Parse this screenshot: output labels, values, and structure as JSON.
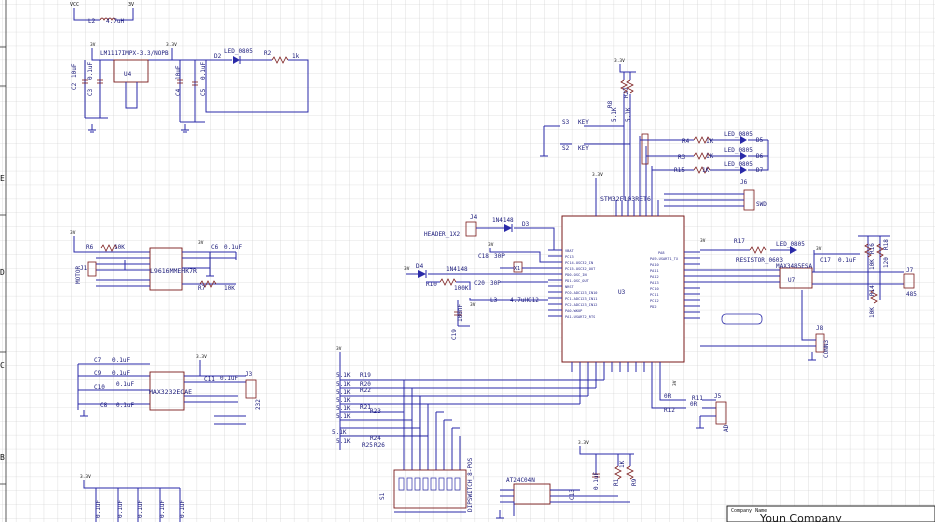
{
  "title_block": {
    "company_name_label": "Company Name",
    "company_name": "Youn Company"
  },
  "border": {
    "row_marks": [
      "E",
      "D",
      "C",
      "B"
    ]
  },
  "power": {
    "vcc": "VCC",
    "v3": "3V",
    "v33": "3.3V",
    "inductor_l2": "L2",
    "inductor_l2_value": "4.7uH"
  },
  "regulator": {
    "part": "LM1117IMPX-3.3/NOPB",
    "ref": "U4",
    "caps": [
      {
        "ref": "C2",
        "value": "10uF"
      },
      {
        "ref": "C3",
        "value": "0.1uF"
      },
      {
        "ref": "C4",
        "value": "10uF"
      },
      {
        "ref": "C5",
        "value": "0.1uF"
      }
    ],
    "led_ref": "D2",
    "led_part": "LED_0805",
    "res_ref": "R2",
    "res_value": "1k"
  },
  "can_block": {
    "res_r6": "R6",
    "res_r6_value": "10K",
    "res_r7": "R7",
    "res_r7_value": "10K",
    "cap_c6": "C6",
    "cap_c6_value": "0.1uF",
    "chip": "L9616MMEHK7R",
    "connector_ref": "J1",
    "connector_label": "MOTOR"
  },
  "rs232_block": {
    "caps": [
      {
        "ref": "C7",
        "value": "0.1uF"
      },
      {
        "ref": "C9",
        "value": "0.1uF"
      },
      {
        "ref": "C10",
        "value": "0.1uF"
      },
      {
        "ref": "C8",
        "value": "0.1uF"
      },
      {
        "ref": "C11",
        "value": "0.1uF"
      }
    ],
    "chip": "MAX3232ECAE",
    "connector_ref": "J3",
    "connector_label": "232"
  },
  "mcu_block": {
    "mcu_ref": "U3",
    "mcu_part": "STM32F103RET6",
    "header_ref": "J4",
    "header_part": "HEADER_1X2",
    "diode_d3": "D3",
    "diode_d3_part": "1N4148",
    "diode_d4": "D4",
    "diode_d4_part": "1N4148",
    "res_r10": "R10",
    "res_100k": "100K",
    "cap_c18": "C18",
    "cap_c18_value": "30P",
    "cap_c20": "C20",
    "cap_c20_value": "30P",
    "crystal_ref": "X1",
    "cap_c19": "C19",
    "cap_c19_value": "100nF",
    "inductor_l3": "L3",
    "inductor_l3_value": "4.7uH",
    "cap_c12": "C12",
    "switches": [
      {
        "ref": "S3",
        "label": "KEY"
      },
      {
        "ref": "S2",
        "label": "KEY"
      }
    ],
    "pullups": [
      {
        "ref": "R8",
        "value": "5.1K"
      },
      {
        "ref": "R27",
        "value": "5.1K"
      }
    ],
    "status_leds": [
      {
        "res": "R4",
        "value": "1K",
        "led_part": "LED_0805",
        "led_ref": "D5"
      },
      {
        "res": "R3",
        "value": "1K",
        "led_part": "LED_0805",
        "led_ref": "D6"
      },
      {
        "res": "R15",
        "value": "1K",
        "led_part": "LED_0805",
        "led_ref": "D7"
      }
    ],
    "swd_ref": "J6",
    "swd_label": "SWD"
  },
  "rs485_block": {
    "res_r17": "R17",
    "res_part": "RESISTOR_0603",
    "led_part": "LED_0805",
    "chip": "MAX3485ESA",
    "chip_ref": "U7",
    "cap_c17": "C17",
    "cap_c17_value": "0.1uF",
    "res_r16": "R16",
    "res_r16_value": "10K",
    "res_r18": "R18",
    "res_r18_value": "120",
    "res_r14": "R14",
    "res_r14_value": "10K",
    "connector_ref": "J7",
    "connector_label": "485",
    "extra_connector_ref": "J8",
    "extra_connector_label": "CONN3"
  },
  "dip_block": {
    "resistors": [
      {
        "ref": "R19",
        "value": "5.1K"
      },
      {
        "ref": "R20",
        "value": "5.1K"
      },
      {
        "ref": "R22",
        "value": "5.1K"
      },
      {
        "ref": "R21",
        "value": "5.1K"
      },
      {
        "ref": "R23",
        "value": "5.1K"
      },
      {
        "ref": "R24",
        "value": "5.1K"
      },
      {
        "ref": "R25",
        "value": "5.1K"
      },
      {
        "ref": "R26",
        "value": "5.1K"
      }
    ],
    "switch_ref": "S1",
    "switch_part": "DIPSWITCH_8-POS"
  },
  "eeprom_block": {
    "chip": "AT24C04N",
    "cap": "C13",
    "cap_value": "0.1uF",
    "res_a": "R1",
    "res_b": "R9",
    "res_value": "1K"
  },
  "ad_block": {
    "res_r11": "R11",
    "res_r11_value": "0R",
    "res_r12": "R12",
    "res_r12_value": "0R",
    "connector_ref": "J5",
    "connector_label": "AD"
  }
}
